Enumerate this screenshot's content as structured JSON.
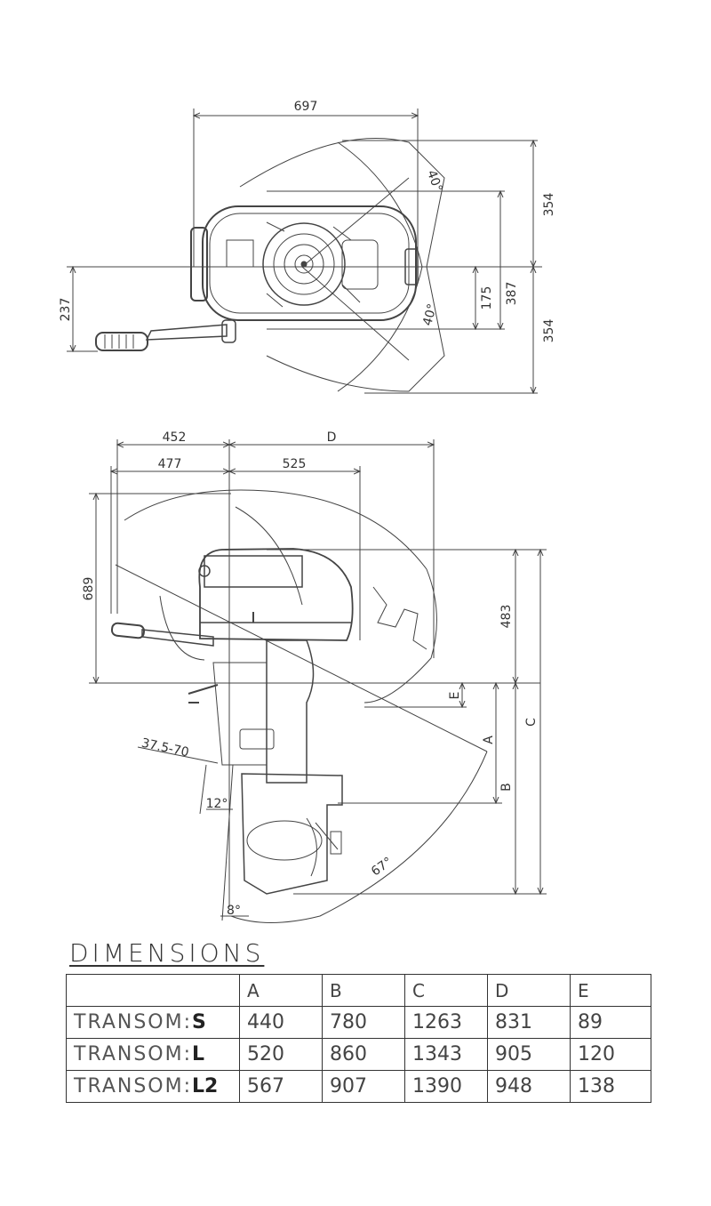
{
  "top_view": {
    "width_label": "697",
    "upper_half_label": "354",
    "lower_half_label": "354",
    "label_387": "387",
    "label_175": "175",
    "tiller_offset_label": "237",
    "steer_angle_upper": "40°",
    "steer_angle_lower": "40°"
  },
  "side_view": {
    "label_452": "452",
    "label_D": "D",
    "label_477": "477",
    "label_525": "525",
    "label_689": "689",
    "label_483": "483",
    "label_A": "A",
    "label_B": "B",
    "label_C": "C",
    "label_E": "E",
    "clamp_range": "37.5-70",
    "tilt_12": "12°",
    "tilt_8": "8°",
    "tilt_67": "67°"
  },
  "dimensions": {
    "title": "DIMENSIONS",
    "columns": [
      "",
      "A",
      "B",
      "C",
      "D",
      "E"
    ],
    "rows": [
      {
        "prefix": "TRANSOM:",
        "suffix": "S",
        "values": [
          "440",
          "780",
          "1263",
          "831",
          "89"
        ]
      },
      {
        "prefix": "TRANSOM:",
        "suffix": "L",
        "values": [
          "520",
          "860",
          "1343",
          "905",
          "120"
        ]
      },
      {
        "prefix": "TRANSOM:",
        "suffix": "L2",
        "values": [
          "567",
          "907",
          "1390",
          "948",
          "138"
        ]
      }
    ]
  }
}
